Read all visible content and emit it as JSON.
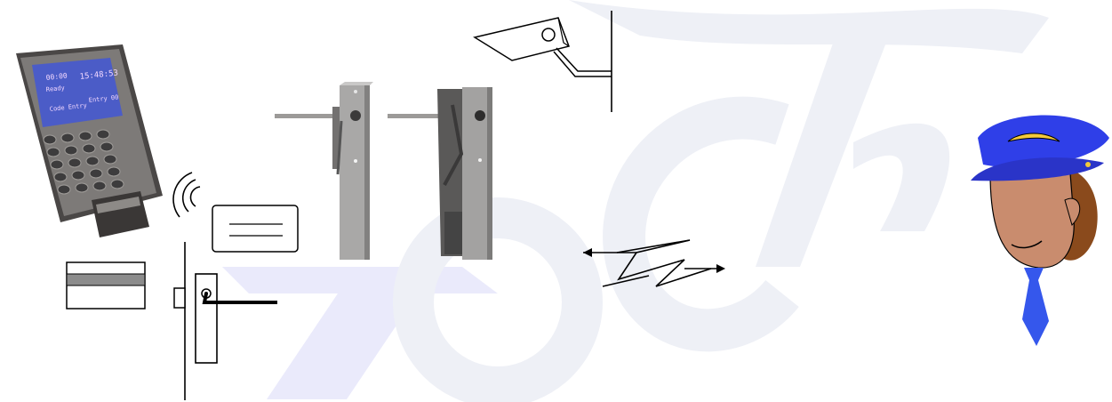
{
  "watermark": {
    "text": "Tech",
    "color": "#eef0f6",
    "accent_color": "#eaeafb"
  },
  "terminal": {
    "screen_lines": [
      "00:00",
      "15:48:53",
      "Ready",
      "Entry 00",
      "Code Entry"
    ],
    "screen_color": "#4b5cc7",
    "screen_text_color": "#f2d7ff",
    "icon": "access-terminal-icon"
  },
  "icons": {
    "wireless": "radio-waves-icon",
    "proximity_card": "proximity-card-icon",
    "magstripe_card": "magnetic-stripe-card-icon",
    "door_lock": "door-lock-icon",
    "turnstiles": "tripod-turnstile-icon",
    "camera": "cctv-camera-icon",
    "network_link": "network-link-arrow-icon",
    "security_guard": "security-guard-icon"
  },
  "guard": {
    "hat_color": "#2f3fe8",
    "face_color": "#c98c6e",
    "hair_color": "#8a4a1c",
    "tie_color": "#3557ec",
    "badge_color": "#f3c93b"
  }
}
